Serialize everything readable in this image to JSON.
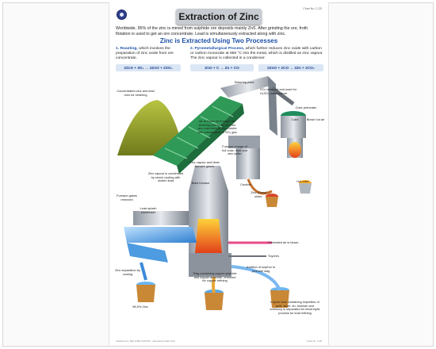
{
  "chart": {
    "title": "Extraction of Zinc",
    "intro": "Worldwide, 95% of the zinc is mined from sulphide ore deposits mainly ZnS. After grinding the ore, froth flotation is used to get an ore concentrate. Lead is simultaneously extracted along with zinc.",
    "subheading": "Zinc is Extracted Using Two Processes",
    "roasting": {
      "title": "1. Roasting,",
      "text": " which involves the preparation of zinc oxide from ore concentrate.",
      "equation": "2ZnS + 3O₂ → 2ZnO + 2SO₂"
    },
    "pyro": {
      "title": "2. Pyrometallurgical Process,",
      "text": " which further reduces zinc oxide with carbon or carbon monoxide at 950 °C into the metal, which is distilled as zinc vapour. The zinc vapour is collected in a condenser.",
      "equation1": "ZnO + C → Zn + CO",
      "equation2": "2ZnO + 2CO → 2Zn + 2CO₂"
    },
    "labels": {
      "sintering_plant": "Sintering plant",
      "so2_removed": "SO₂ removed and used for H₂SO₄ manufacture",
      "coke_preheater": "Coke preheater",
      "coke": "Coke",
      "blown_hot_air": "Blown hot air",
      "concentrated_zinc": "Concentrated zinc and lead ores for sintering",
      "air_blown": "Air is blown up through the sintering bed to convert the zinc sulphides to zinc oxides with volatilisation of SO₂ gas",
      "furnace_charge": "Furnace charge of hot coke, lead and zinc sinter",
      "zinc_vapour_gases": "Zinc vapour and blast furnace gases",
      "zinc_vapour_condensed": "Zinc vapour is condensed by shock cooling with molten lead",
      "blast_furnace": "Blast furnace",
      "crusher": "Crusher",
      "hot_coke": "Hot coke",
      "zinc_lead_sinter": "Zinc & lead sinter",
      "furnace_gases_removed": "Furnace gases removed",
      "lead_splash_condenser": "Lead splash condenser",
      "preheated_air": "Preheated air is blown",
      "tuyeres": "Tuyeres",
      "addition_sulphur": "Addition of sulphur to promote slag",
      "zinc_separation": "Zinc separation by cooling",
      "zinc_purity": "98.5% Zinc",
      "slag": "Slag containing copper sulphide and copper arsenide, removed for copper refining",
      "impure_lead": "Impure lead containing impurities of gold, silver, tin, bismuth and antimony is separated for electrolytic process for lead refining"
    },
    "footer_left": "Published by: ZEE PUBLICATIONS · Educational Wall Chart",
    "footer_right": "Chart No. C-Z5"
  }
}
